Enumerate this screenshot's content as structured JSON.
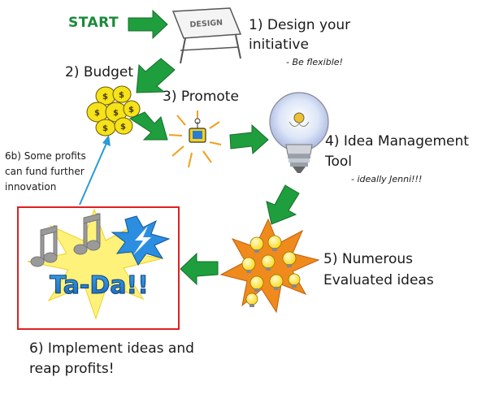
{
  "start_label": "START",
  "design_sign": "DESIGN",
  "steps": {
    "s1_line1": "1) Design your",
    "s1_line2": "initiative",
    "s1_note": "- Be flexible!",
    "s2": "2) Budget",
    "s3": "3) Promote",
    "s4_line1": "4) Idea Management",
    "s4_line2": "Tool",
    "s4_note": "- ideally Jenni!!!",
    "s5_line1": "5) Numerous",
    "s5_line2": "Evaluated ideas",
    "s6_line1": "6) Implement ideas and",
    "s6_line2": "reap profits!",
    "s6b_line1": "6b) Some profits",
    "s6b_line2": "can fund further",
    "s6b_line3": "innovation"
  },
  "tada": "Ta-Da!!",
  "colors": {
    "arrow_green": "#1f9e3e",
    "feedback_arrow": "#2b9bd6",
    "box_border": "#e02020",
    "burst_orange": "#f08a1c",
    "burst_yellow": "#ffef3a",
    "bulb_yellow": "#ffe23a",
    "money_yellow": "#f5e21a",
    "lightning_blue": "#2b8ee0"
  }
}
